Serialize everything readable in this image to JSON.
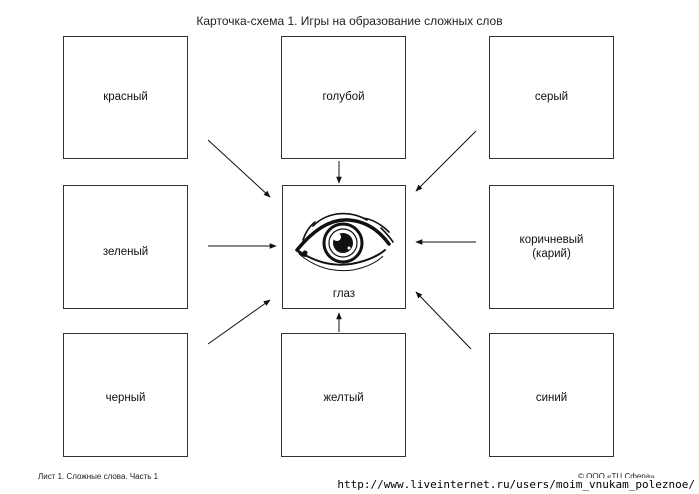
{
  "title": "Карточка-схема 1. Игры на образование сложных слов",
  "cards": {
    "top_left": "красный",
    "top_center": "голубой",
    "top_right": "серый",
    "middle_left": "зеленый",
    "center": "глаз",
    "middle_right_line1": "коричневый",
    "middle_right_line2": "(карий)",
    "bottom_left": "черный",
    "bottom_center": "желтый",
    "bottom_right": "синий"
  },
  "center_icon": "eye-icon",
  "footer": {
    "left": "Лист 1. Сложные слова. Часть 1",
    "right": "© ООО «ТЦ Сфера»"
  },
  "watermark_url": "http://www.liveinternet.ru/users/moim_vnukam_poleznoe/"
}
